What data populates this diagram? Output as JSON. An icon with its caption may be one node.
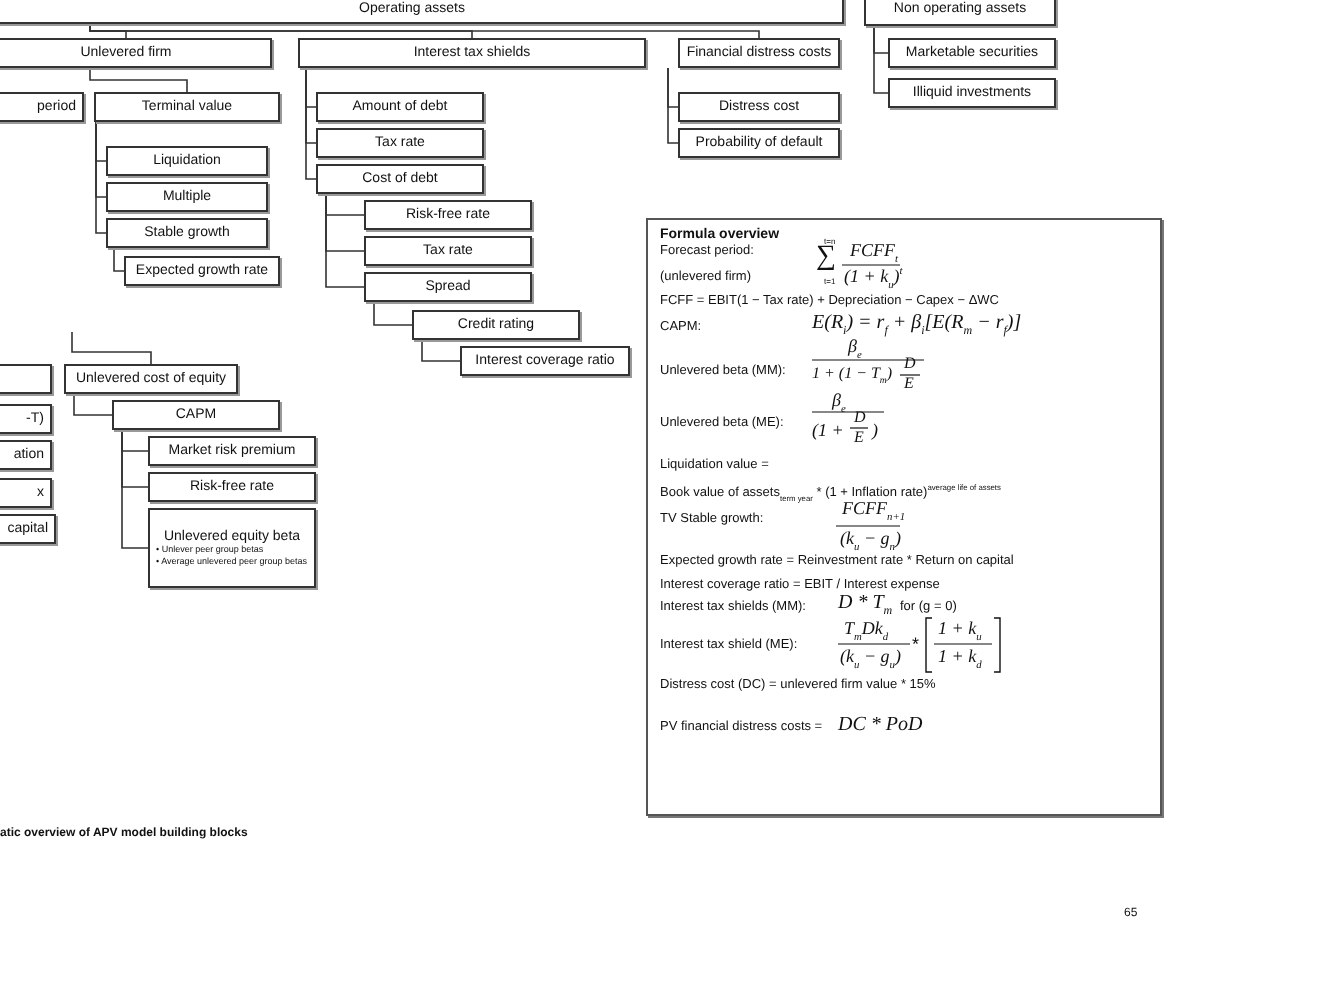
{
  "diagram": {
    "caption": "atic overview of APV model building blocks",
    "nodes": [
      {
        "text": [
          "Operating assets"
        ]
      },
      {
        "text": [
          "Unlevered firm"
        ]
      },
      {
        "text": [
          "period"
        ]
      },
      {
        "text": [
          "Terminal value"
        ]
      },
      {
        "text": [
          "Liquidation"
        ]
      },
      {
        "text": [
          "Multiple"
        ]
      },
      {
        "text": [
          "Stable growth"
        ]
      },
      {
        "text": [
          "Expected growth rate"
        ]
      },
      {
        "text": [
          "Interest tax shields"
        ]
      },
      {
        "text": [
          "Amount of debt"
        ]
      },
      {
        "text": [
          "Tax rate"
        ]
      },
      {
        "text": [
          "Cost of debt"
        ]
      },
      {
        "text": [
          "Risk-free rate"
        ]
      },
      {
        "text": [
          "Tax rate"
        ]
      },
      {
        "text": [
          "Spread"
        ]
      },
      {
        "text": [
          "Credit rating"
        ]
      },
      {
        "text": [
          "Interest coverage ratio"
        ]
      },
      {
        "text": [
          "Financial distress costs"
        ]
      },
      {
        "text": [
          "Distress cost"
        ]
      },
      {
        "text": [
          "Probability of default"
        ]
      },
      {
        "text": [
          "Non operating assets"
        ]
      },
      {
        "text": [
          "Marketable securities"
        ]
      },
      {
        "text": [
          "Illiquid investments"
        ]
      },
      {
        "text": [],
        "shape": "box"
      },
      {
        "text": [
          "-T)"
        ]
      },
      {
        "text": [
          "ation"
        ]
      },
      {
        "text": [
          "x"
        ]
      },
      {
        "text": [
          "capital"
        ]
      },
      {
        "text": [
          "Unlevered cost of equity"
        ]
      },
      {
        "text": [
          "CAPM"
        ]
      },
      {
        "text": [
          "Market risk premium"
        ]
      },
      {
        "text": [
          "Risk-free rate"
        ]
      },
      {
        "text": [
          "Unlevered equity beta",
          "• Unlever peer group betas",
          "• Average unlevered peer group betas"
        ]
      },
      {
        "text": [
          "Formula overview",
          "Forecast period:",
          "(unlevered firm)",
          "t=n",
          "∑",
          "t=1",
          "FCFF$_{t}$",
          "(1 + k$_{u}$)$^{t}$",
          "FCFF = EBIT(1 − Tax rate) + Depreciation − Capex − ΔWC",
          "CAPM:",
          "E(R$_{i}$) = r$_{f}$ + β$_{i}$[E(R$_{m}$ − r$_{f}$)]",
          "Unlevered beta (MM):",
          "β$_{e}$",
          "1 + (1 − T$_{m}$)",
          "D",
          "E",
          "Unlevered beta (ME):",
          "β$_{e}$",
          "(1 +",
          "D",
          "E",
          ")",
          "Liquidation value =",
          "Book value of assets$_{term year}$ * (1 + Inflation rate)$^{average life of assets}$",
          "TV Stable growth:",
          "FCFF$_{n+1}$",
          "(k$_{u}$ − g$_{n}$)",
          "Expected growth rate = Reinvestment rate * Return on capital",
          "Interest coverage ratio = EBIT / Interest expense",
          "Interest tax shields (MM):",
          "D * T$_{m}$",
          "for (g = 0)",
          "Interest tax shield (ME):",
          "T$_{m}$Dk$_{d}$",
          "(k$_{u}$ − g$_{u}$)",
          "*",
          "1 + k$_{u}$",
          "1 + k$_{d}$",
          "Distress cost (DC) = unlevered firm value * 15%",
          "PV financial distress costs =",
          "DC * PoD"
        ]
      }
    ],
    "edges": [
      {
        "from": 0,
        "to": 1,
        "arrow": "none"
      },
      {
        "from": 0,
        "to": 8,
        "arrow": "none"
      },
      {
        "from": 0,
        "to": 17,
        "arrow": "none"
      },
      {
        "from": 1,
        "to": 3,
        "arrow": "none"
      },
      {
        "from": 3,
        "to": 4,
        "arrow": "none"
      },
      {
        "from": 3,
        "to": 5,
        "arrow": "none"
      },
      {
        "from": 3,
        "to": 6,
        "arrow": "none"
      },
      {
        "from": 6,
        "to": 7,
        "arrow": "none"
      },
      {
        "from": 8,
        "to": 9,
        "arrow": "none"
      },
      {
        "from": 8,
        "to": 10,
        "arrow": "none"
      },
      {
        "from": 8,
        "to": 11,
        "arrow": "none"
      },
      {
        "from": 11,
        "to": 12,
        "arrow": "none"
      },
      {
        "from": 11,
        "to": 13,
        "arrow": "none"
      },
      {
        "from": 11,
        "to": 14,
        "arrow": "none"
      },
      {
        "from": 14,
        "to": 15,
        "arrow": "none"
      },
      {
        "from": 15,
        "to": 16,
        "arrow": "none"
      },
      {
        "from": 17,
        "to": 18,
        "arrow": "none"
      },
      {
        "from": 17,
        "to": 19,
        "arrow": "none"
      },
      {
        "from": 20,
        "to": 21,
        "arrow": "none"
      },
      {
        "from": 20,
        "to": 22,
        "arrow": "none"
      },
      {
        "from": null,
        "to": 28,
        "arrow": "none"
      },
      {
        "from": 28,
        "to": 29,
        "arrow": "none"
      },
      {
        "from": 29,
        "to": 30,
        "arrow": "none"
      },
      {
        "from": 29,
        "to": 31,
        "arrow": "none"
      },
      {
        "from": 29,
        "to": 32,
        "arrow": "none"
      }
    ],
    "labels": [
      "65"
    ]
  }
}
